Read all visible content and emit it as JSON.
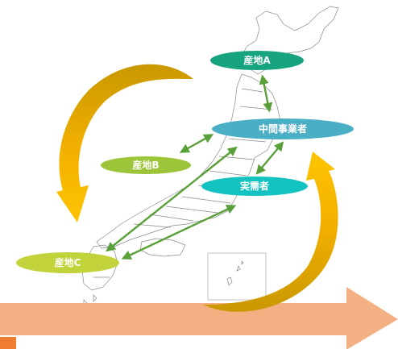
{
  "nodes": {
    "producer_a": {
      "label": "産地A",
      "color": "#16a37e"
    },
    "wholesaler": {
      "label": "中間事業者",
      "color": "#4aaec5"
    },
    "producer_b": {
      "label": "産地B",
      "color": "#9dc53a"
    },
    "consumer": {
      "label": "実需者",
      "color": "#13c3c1"
    },
    "producer_c": {
      "label": "産地C",
      "color": "#c2d23a"
    }
  },
  "colors": {
    "arrow": "#5aa03a",
    "cycle_arrow_gold": "#f5b400",
    "cycle_arrow_dark": "#c99800",
    "timeline_arrow": "#f3b082",
    "corner_marker": "#ee7d30",
    "map_outline": "#8a8a8a"
  },
  "icons": {
    "map": "japan-map-outline",
    "flow": "double-headed-arrow",
    "cycle": "curved-cycle-arrow",
    "timeline": "large-right-arrow"
  }
}
